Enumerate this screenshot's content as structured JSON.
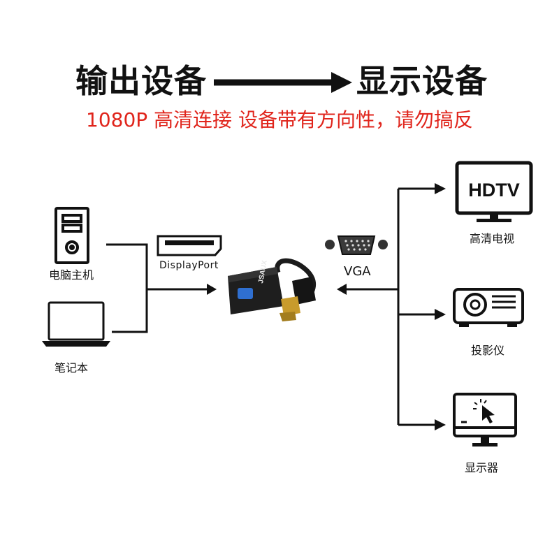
{
  "header": {
    "source_label": "输出设备",
    "target_label": "显示设备",
    "note": "1080P 高清连接 设备带有方向性，请勿搞反"
  },
  "sources": [
    {
      "label": "电脑主机",
      "icon": "desktop-tower-icon"
    },
    {
      "label": "笔记本",
      "icon": "laptop-icon"
    }
  ],
  "adapter": {
    "input_label": "DisplayPort",
    "output_label": "VGA",
    "input_icon": "displayport-connector-icon",
    "output_icon": "vga-port-icon",
    "brand": "JSAUX"
  },
  "targets": [
    {
      "label": "高清电视",
      "icon": "hdtv-icon",
      "screen_text": "HDTV"
    },
    {
      "label": "投影仪",
      "icon": "projector-icon"
    },
    {
      "label": "显示器",
      "icon": "monitor-icon"
    }
  ],
  "colors": {
    "text": "#111111",
    "note": "#e0251c",
    "line": "#111111"
  }
}
